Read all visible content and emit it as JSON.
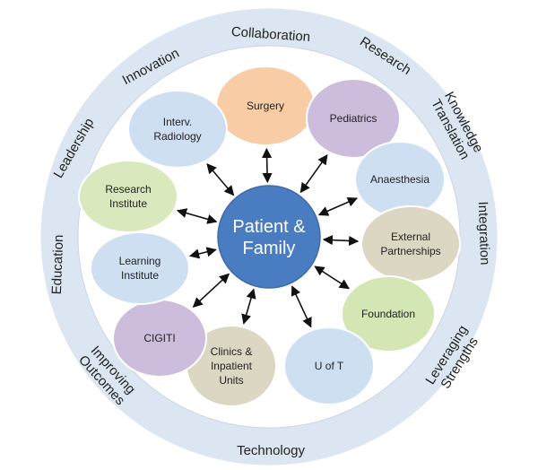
{
  "center": {
    "lines": [
      "Patient &",
      "Family"
    ],
    "color": "#4a7cc1"
  },
  "ring": {
    "fill": "#dbe6f2",
    "labels": [
      {
        "id": "collaboration",
        "text": "Collaboration"
      },
      {
        "id": "research",
        "text": "Research"
      },
      {
        "id": "knowledge-translation",
        "lines": [
          "Knowledge",
          "Translation"
        ]
      },
      {
        "id": "integration",
        "text": "Integration"
      },
      {
        "id": "leveraging-strengths",
        "lines": [
          "Leveraging",
          "Strengths"
        ]
      },
      {
        "id": "technology",
        "text": "Technology"
      },
      {
        "id": "improving-outcomes",
        "lines": [
          "Improving",
          "Outcomes"
        ]
      },
      {
        "id": "education",
        "text": "Education"
      },
      {
        "id": "leadership",
        "text": "Leadership"
      },
      {
        "id": "innovation",
        "text": "Innovation"
      }
    ]
  },
  "nodes": [
    {
      "id": "surgery",
      "lines": [
        "Surgery"
      ],
      "color": "#f8cda6"
    },
    {
      "id": "pediatrics",
      "lines": [
        "Pediatrics"
      ],
      "color": "#cdbddd"
    },
    {
      "id": "anaesthesia",
      "lines": [
        "Anaesthesia"
      ],
      "color": "#cfdff2"
    },
    {
      "id": "external-partnerships",
      "lines": [
        "External",
        "Partnerships"
      ],
      "color": "#dcd7c2"
    },
    {
      "id": "foundation",
      "lines": [
        "Foundation"
      ],
      "color": "#d4e6b3"
    },
    {
      "id": "u-of-t",
      "lines": [
        "U of T"
      ],
      "color": "#cfdff2"
    },
    {
      "id": "clinics-inpatient-units",
      "lines": [
        "Clinics &",
        "Inpatient",
        "Units"
      ],
      "color": "#dcd7c2"
    },
    {
      "id": "cigiti",
      "lines": [
        "CIGITI"
      ],
      "color": "#cdbddd"
    },
    {
      "id": "learning-institute",
      "lines": [
        "Learning",
        "Institute"
      ],
      "color": "#cfdff2"
    },
    {
      "id": "research-institute",
      "lines": [
        "Research",
        "Institute"
      ],
      "color": "#d9e8bd"
    },
    {
      "id": "interv-radiology",
      "lines": [
        "Interv.",
        "Radiology"
      ],
      "color": "#cfdff2"
    }
  ]
}
